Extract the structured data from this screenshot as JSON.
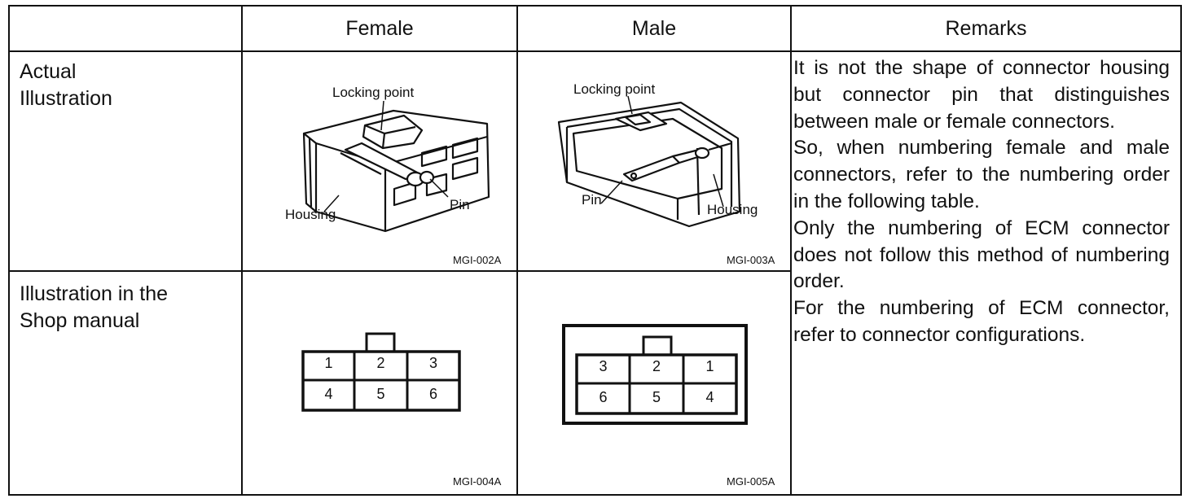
{
  "header": {
    "col_empty": "",
    "col_female": "Female",
    "col_male": "Male",
    "col_remarks": "Remarks"
  },
  "rows": {
    "actual_label_line1": "Actual",
    "actual_label_line2": "Illustration",
    "shop_label_line1": "Illustration in the",
    "shop_label_line2": "Shop manual"
  },
  "female_actual": {
    "locking_point": "Locking point",
    "housing": "Housing",
    "pin": "Pin",
    "code": "MGI-002A"
  },
  "male_actual": {
    "locking_point": "Locking point",
    "housing": "Housing",
    "pin": "Pin",
    "code": "MGI-003A"
  },
  "female_shop": {
    "pins_top": [
      "1",
      "2",
      "3"
    ],
    "pins_bottom": [
      "4",
      "5",
      "6"
    ],
    "code": "MGI-004A"
  },
  "male_shop": {
    "pins_top": [
      "3",
      "2",
      "1"
    ],
    "pins_bottom": [
      "6",
      "5",
      "4"
    ],
    "code": "MGI-005A"
  },
  "remarks": {
    "para1": "It is not the shape of connector housing but connector pin that distinguishes between male or female connectors.",
    "para2": "So, when numbering female and male connectors, refer to the numbering order in the following table.",
    "para3": "Only the numbering of ECM connector does not follow this method of numbering order.",
    "para4": "For the numbering of ECM connector, refer to connector configurations."
  }
}
